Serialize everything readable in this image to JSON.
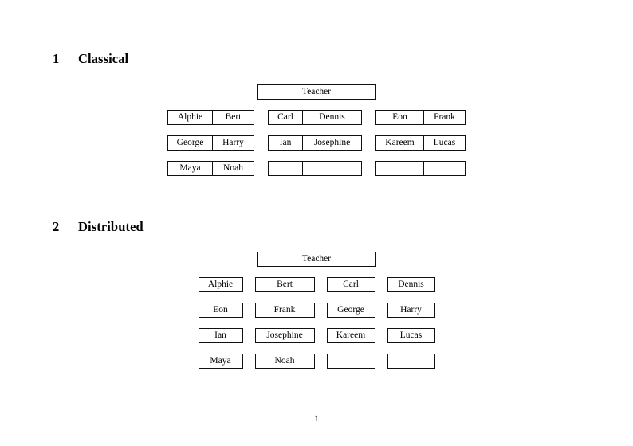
{
  "document": {
    "page_number": "1"
  },
  "sections": [
    {
      "number": "1",
      "title": "Classical",
      "root_label": "Teacher",
      "groups": [
        {
          "rows": [
            {
              "first": "Alphie",
              "second": "Bert"
            },
            {
              "first": "George",
              "second": "Harry"
            },
            {
              "first": "Maya",
              "second": "Noah"
            }
          ]
        },
        {
          "rows": [
            {
              "first": "Carl",
              "second": "Dennis"
            },
            {
              "first": "Ian",
              "second": "Josephine"
            },
            {
              "first": "",
              "second": ""
            }
          ]
        },
        {
          "rows": [
            {
              "first": "Eon",
              "second": "Frank"
            },
            {
              "first": "Kareem",
              "second": "Lucas"
            },
            {
              "first": "",
              "second": ""
            }
          ]
        }
      ]
    },
    {
      "number": "2",
      "title": "Distributed",
      "root_label": "Teacher",
      "grid": [
        [
          "Alphie",
          "Bert",
          "Carl",
          "Dennis"
        ],
        [
          "Eon",
          "Frank",
          "George",
          "Harry"
        ],
        [
          "Ian",
          "Josephine",
          "Kareem",
          "Lucas"
        ],
        [
          "Maya",
          "Noah",
          "",
          ""
        ]
      ]
    }
  ]
}
